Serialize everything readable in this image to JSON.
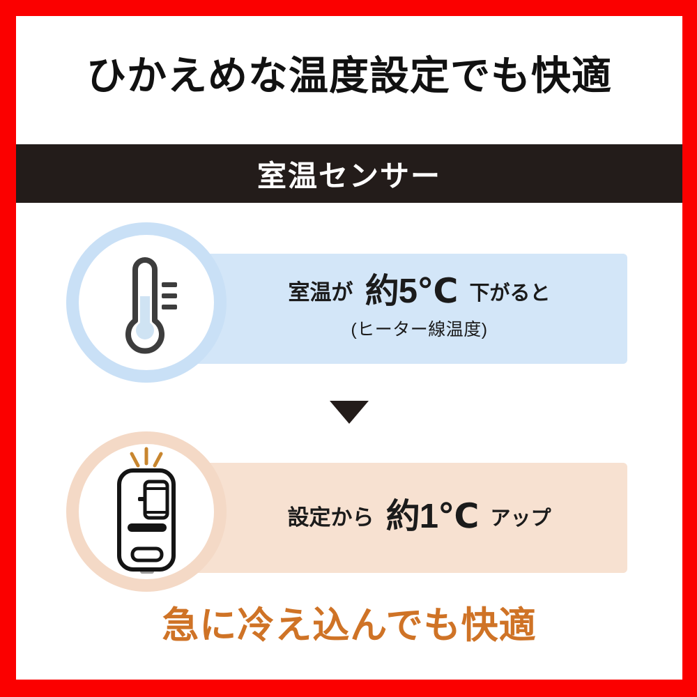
{
  "frame": {
    "border_color": "#fb0000"
  },
  "headline": {
    "text": "ひかえめな温度設定でも快適",
    "color": "#111111"
  },
  "banner": {
    "text": "室温センサー",
    "background": "#231c1a",
    "color": "#ffffff"
  },
  "steps": [
    {
      "id": "room-temp-drop",
      "icon": "thermometer-icon",
      "band_color": "#d3e6f8",
      "ring_color": "#c9e0f6",
      "line_prefix": "室温が",
      "line_value": "約5",
      "line_unit": "℃",
      "line_suffix": "下がると",
      "line_sub": "(ヒーター線温度)"
    },
    {
      "id": "setting-up",
      "icon": "controller-icon",
      "band_color": "#f7e1d1",
      "ring_color": "#f4d9c6",
      "line_prefix": "設定から",
      "line_value": "約1",
      "line_unit": "℃",
      "line_suffix": "アップ",
      "line_sub": ""
    }
  ],
  "arrow": {
    "name": "down-arrow-icon",
    "color": "#231c1a"
  },
  "footer": {
    "text": "急に冷え込んでも快適",
    "color": "#cf7326"
  }
}
